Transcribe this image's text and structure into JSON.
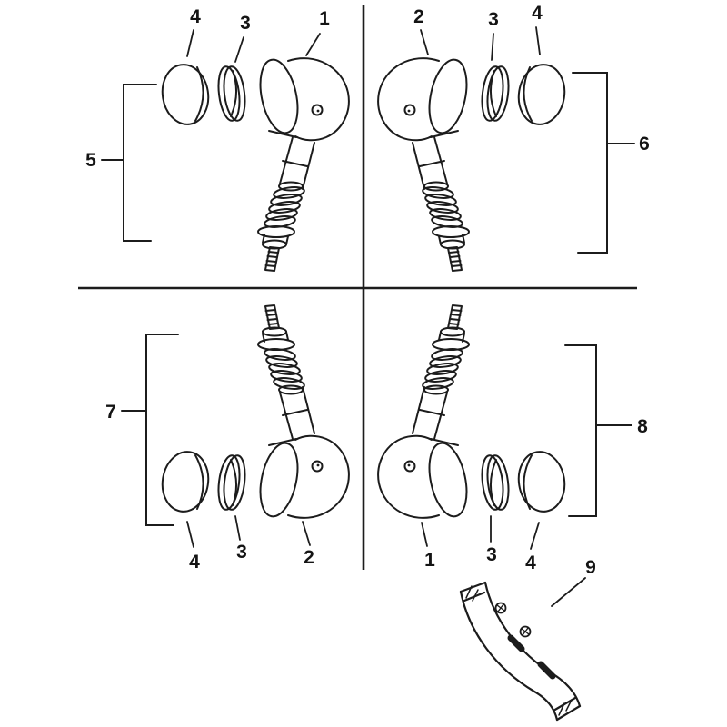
{
  "page": {
    "background": "#ffffff",
    "line_color": "#1c1c1c"
  },
  "diagram": {
    "kind": "exploded-parts-diagram",
    "quadrant_top_left": {
      "lens_label": "4",
      "gasket_label": "3",
      "housing_label": "1",
      "group_label": "5"
    },
    "quadrant_top_right": {
      "housing_label": "2",
      "gasket_label": "3",
      "lens_label": "4",
      "group_label": "6"
    },
    "quadrant_bottom_left": {
      "lens_label": "4",
      "gasket_label": "3",
      "housing_label": "2",
      "group_label": "7"
    },
    "quadrant_bottom_right": {
      "housing_label": "1",
      "gasket_label": "3",
      "lens_label": "4",
      "group_label": "8"
    },
    "bracket": {
      "label": "9"
    }
  }
}
